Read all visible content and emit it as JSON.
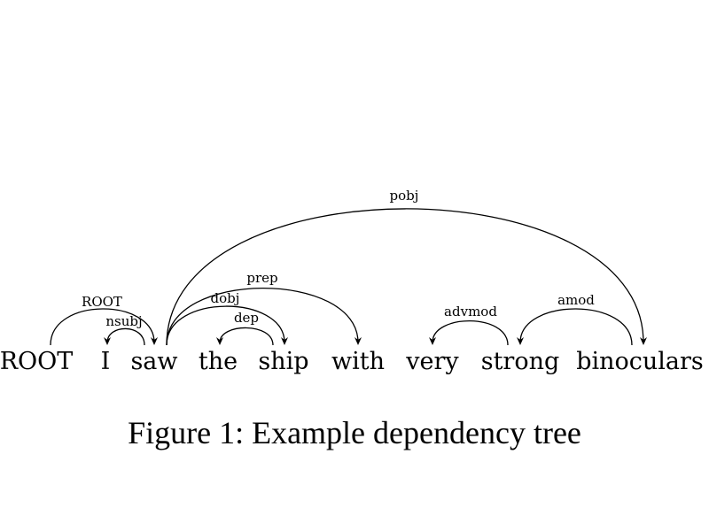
{
  "tokens": [
    "ROOT",
    "I",
    "saw",
    "the",
    "ship",
    "with",
    "very",
    "strong",
    "binoculars"
  ],
  "arcs": [
    {
      "label": "ROOT",
      "from": "ROOT",
      "to": "saw"
    },
    {
      "label": "nsubj",
      "from": "saw",
      "to": "I"
    },
    {
      "label": "dobj",
      "from": "saw",
      "to": "ship"
    },
    {
      "label": "dep",
      "from": "ship",
      "to": "the"
    },
    {
      "label": "prep",
      "from": "saw",
      "to": "with"
    },
    {
      "label": "pobj",
      "from": "saw",
      "to": "binoculars"
    },
    {
      "label": "advmod",
      "from": "strong",
      "to": "very"
    },
    {
      "label": "amod",
      "from": "binoculars",
      "to": "strong"
    }
  ],
  "caption": "Figure 1: Example dependency tree"
}
